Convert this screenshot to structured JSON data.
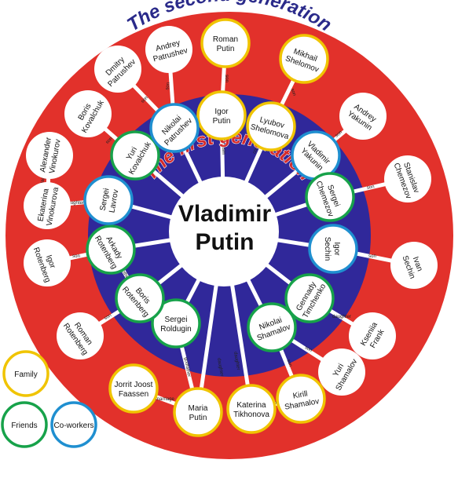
{
  "titles": {
    "outer": "The second generation",
    "inner": "The first generation",
    "center": [
      "Vladimir",
      "Putin"
    ]
  },
  "colors": {
    "outer_ring": "#e2312b",
    "inner_ring": "#30289a",
    "center": "#ffffff",
    "family": "#f0c400",
    "friends": "#17a24a",
    "coworkers": "#1f8fd0"
  },
  "legend": [
    {
      "key": "family",
      "label": "Family"
    },
    {
      "key": "friends",
      "label": "Friends"
    },
    {
      "key": "coworkers",
      "label": "Co-workers"
    }
  ],
  "first_gen": [
    {
      "id": "putin_i",
      "lines": [
        "Igor",
        "Putin"
      ],
      "type": "family"
    },
    {
      "id": "shelomova",
      "lines": [
        "Lyubov",
        "Shelomova"
      ],
      "type": "family"
    },
    {
      "id": "yakunin_v",
      "lines": [
        "Vladimir",
        "Yakunin"
      ],
      "type": "coworkers"
    },
    {
      "id": "chemezov_s",
      "lines": [
        "Sergei",
        "Chemezov"
      ],
      "type": "friends"
    },
    {
      "id": "sechin_i",
      "lines": [
        "Igor",
        "Sechin"
      ],
      "type": "coworkers"
    },
    {
      "id": "timchenko",
      "lines": [
        "Gennady",
        "Timchenko"
      ],
      "type": "friends"
    },
    {
      "id": "shamalov_n",
      "lines": [
        "Nikolai",
        "Shamalov"
      ],
      "type": "friends"
    },
    {
      "id": "roldugin",
      "lines": [
        "Sergei",
        "Roldugin"
      ],
      "type": "friends"
    },
    {
      "id": "rotenberg_b",
      "lines": [
        "Boris",
        "Rotenberg"
      ],
      "type": "friends"
    },
    {
      "id": "rotenberg_a",
      "lines": [
        "Arkady",
        "Rotenberg"
      ],
      "type": "friends"
    },
    {
      "id": "lavrov",
      "lines": [
        "Sergei",
        "Lavrov"
      ],
      "type": "coworkers"
    },
    {
      "id": "kovalchuk_y",
      "lines": [
        "Yuri",
        "Kovalchuk"
      ],
      "type": "friends"
    },
    {
      "id": "patrushev_n",
      "lines": [
        "Nikolai",
        "Patrushev"
      ],
      "type": "coworkers"
    }
  ],
  "second_gen": [
    {
      "id": "putin_r",
      "lines": [
        "Roman",
        "Putin"
      ],
      "type": "family"
    },
    {
      "id": "shelomov_m",
      "lines": [
        "Mikhail",
        "Shelomov"
      ],
      "type": "family"
    },
    {
      "id": "yakunin_a",
      "lines": [
        "Andrey",
        "Yakunin"
      ],
      "type": "none"
    },
    {
      "id": "chemezov_st",
      "lines": [
        "Stanislav",
        "Chemezov"
      ],
      "type": "none"
    },
    {
      "id": "sechin_iv",
      "lines": [
        "Ivan",
        "Sechin"
      ],
      "type": "none"
    },
    {
      "id": "frank",
      "lines": [
        "Kseniia",
        "Frank"
      ],
      "type": "none"
    },
    {
      "id": "shamalov_y",
      "lines": [
        "Yuri",
        "Shamalov"
      ],
      "type": "none"
    },
    {
      "id": "shamalov_k",
      "lines": [
        "Kirill",
        "Shamalov"
      ],
      "type": "family"
    },
    {
      "id": "tikhonova",
      "lines": [
        "Katerina",
        "Tikhonova"
      ],
      "type": "family"
    },
    {
      "id": "putina_m",
      "lines": [
        "Maria",
        "Putin"
      ],
      "type": "family"
    },
    {
      "id": "faassen",
      "lines": [
        "Jorrit Joost",
        "Faassen"
      ],
      "type": "family"
    },
    {
      "id": "rotenberg_r",
      "lines": [
        "Roman",
        "Rotenberg"
      ],
      "type": "none"
    },
    {
      "id": "rotenberg_ig",
      "lines": [
        "Igor",
        "Rotenberg"
      ],
      "type": "none"
    },
    {
      "id": "vinokurova",
      "lines": [
        "Ekaterina",
        "Vinokurova"
      ],
      "type": "none"
    },
    {
      "id": "vinokurov",
      "lines": [
        "Alexander",
        "Vinokurov"
      ],
      "type": "none"
    },
    {
      "id": "kovalchuk_b",
      "lines": [
        "Boris",
        "Kovalchuk"
      ],
      "type": "none"
    },
    {
      "id": "patrushev_d",
      "lines": [
        "Dmitry",
        "Patrushev"
      ],
      "type": "none"
    },
    {
      "id": "patrushev_a",
      "lines": [
        "Andrey",
        "Patrushev"
      ],
      "type": "none"
    }
  ],
  "edge_labels": [
    {
      "id": "e_putin_roman",
      "text": "son"
    },
    {
      "id": "e_putin_igor",
      "text": "cousin"
    },
    {
      "id": "e_putin_lyubov",
      "text": "cousin"
    },
    {
      "id": "e_lyubov_mikhail",
      "text": "son"
    },
    {
      "id": "e_yakunin",
      "text": "son"
    },
    {
      "id": "e_chemezov",
      "text": "son"
    },
    {
      "id": "e_sechin",
      "text": "son"
    },
    {
      "id": "e_timchenko",
      "text": "daughter"
    },
    {
      "id": "e_shamalov_yuri",
      "text": "son"
    },
    {
      "id": "e_shamalov_kirill",
      "text": "son"
    },
    {
      "id": "e_kirill_katerina",
      "text": "marriage"
    },
    {
      "id": "e_putin_katerina",
      "text": "daughter"
    },
    {
      "id": "e_putin_maria",
      "text": "daughter"
    },
    {
      "id": "e_maria_jorrit",
      "text": "marriage"
    },
    {
      "id": "e_roldugin",
      "text": "godfather"
    },
    {
      "id": "e_boris_roman",
      "text": "son"
    },
    {
      "id": "e_rotenberg_brothers",
      "text": "brothers"
    },
    {
      "id": "e_arkady_igor",
      "text": "son"
    },
    {
      "id": "e_lavrov",
      "text": "daughter"
    },
    {
      "id": "e_vinokurov_marriage",
      "text": "marriage"
    },
    {
      "id": "e_kovalchuk",
      "text": "son"
    },
    {
      "id": "e_patrushev_dmitry",
      "text": "son"
    },
    {
      "id": "e_patrushev_andrey",
      "text": "son"
    }
  ]
}
